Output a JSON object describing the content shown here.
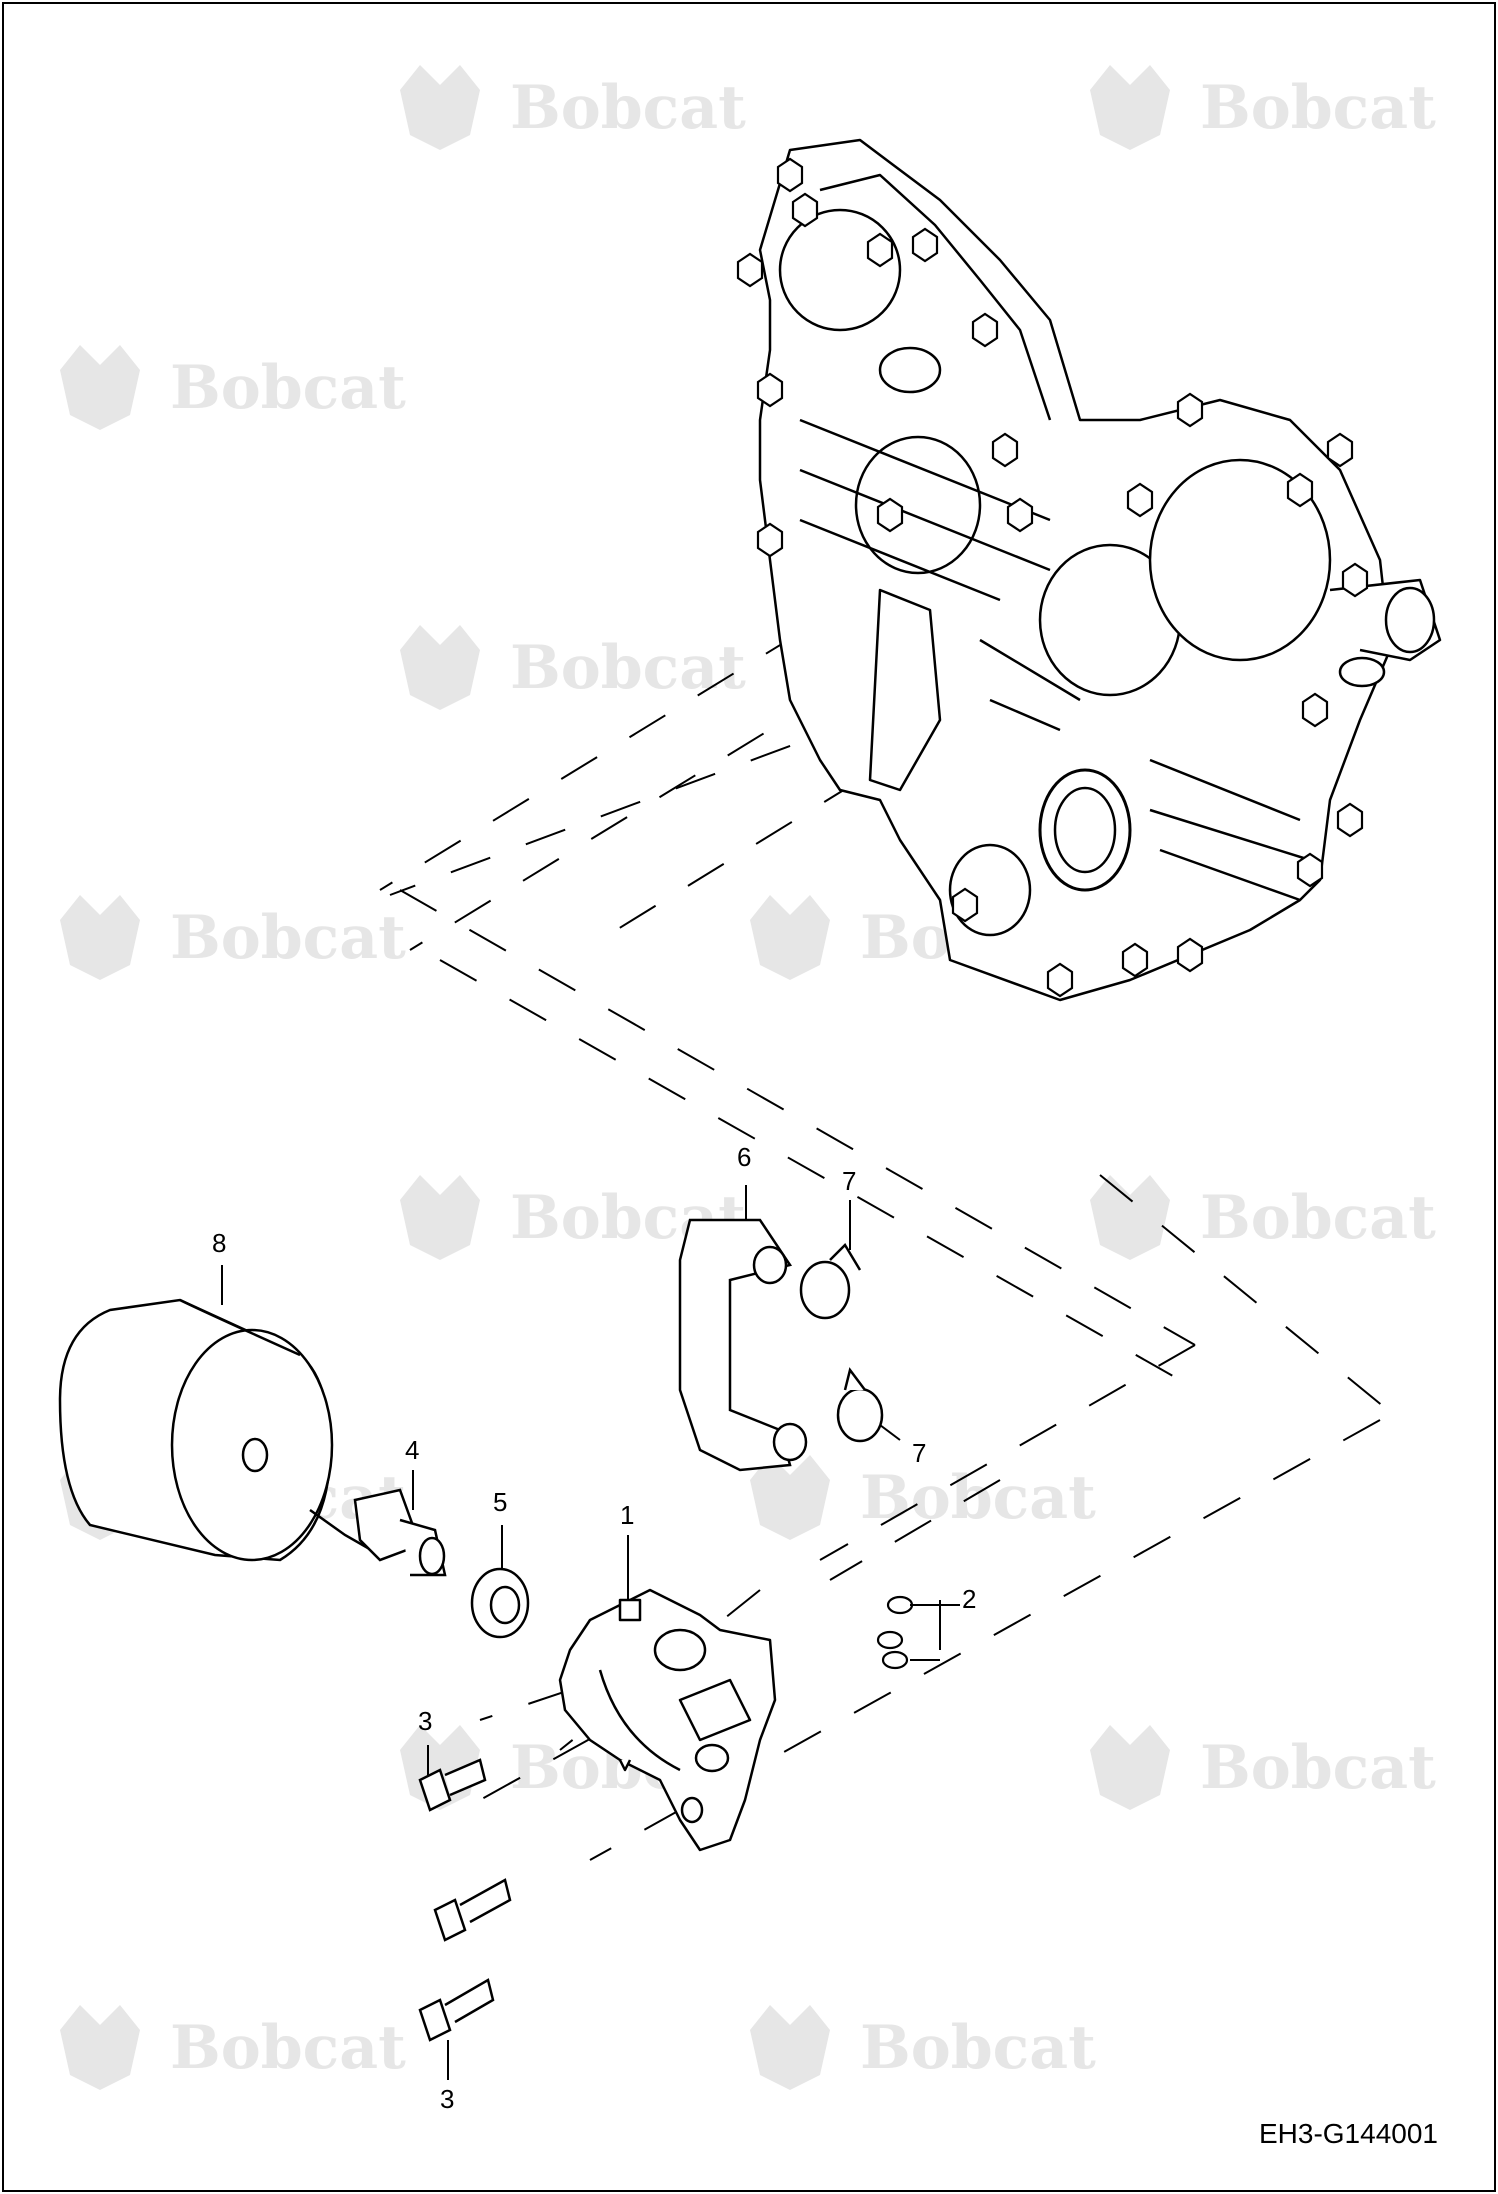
{
  "drawing_code": "EH3-G144001",
  "watermark": {
    "brand": "Bobcat",
    "color": "#e6e6e6"
  },
  "callouts": [
    {
      "id": "c8",
      "label": "8"
    },
    {
      "id": "c6",
      "label": "6"
    },
    {
      "id": "c7a",
      "label": "7"
    },
    {
      "id": "c7b",
      "label": "7"
    },
    {
      "id": "c4",
      "label": "4"
    },
    {
      "id": "c5",
      "label": "5"
    },
    {
      "id": "c1",
      "label": "1"
    },
    {
      "id": "c2",
      "label": "2"
    },
    {
      "id": "c3a",
      "label": "3"
    },
    {
      "id": "c3b",
      "label": "3"
    }
  ]
}
